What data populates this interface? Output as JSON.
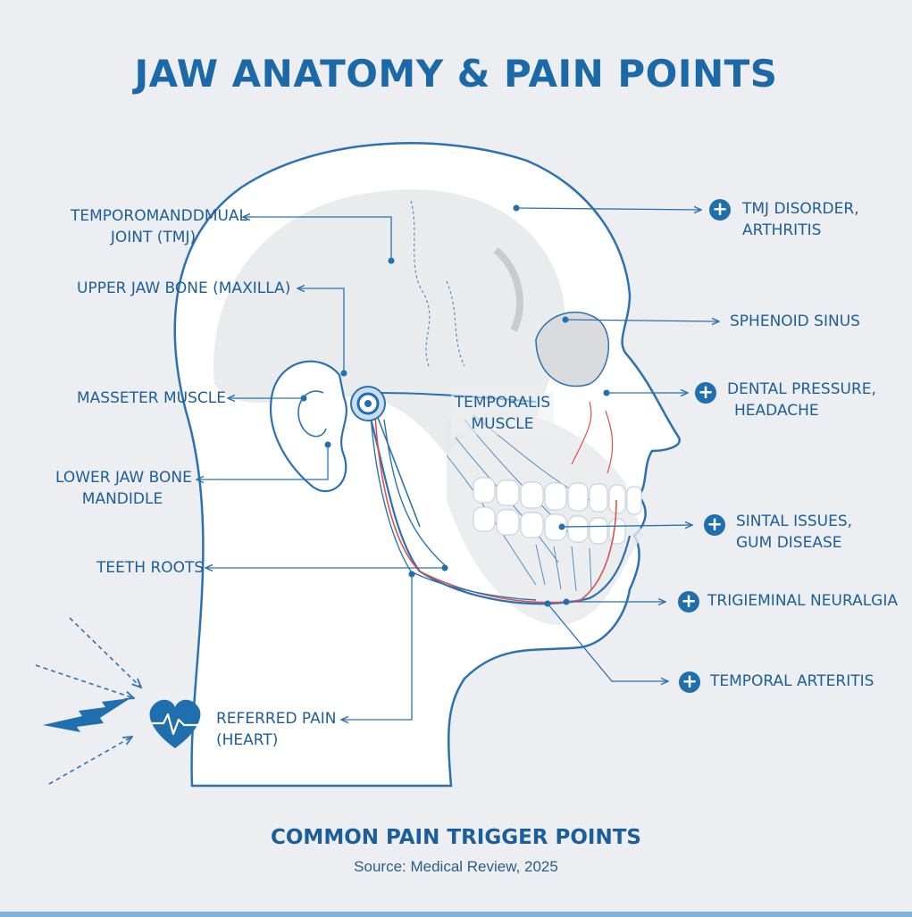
{
  "title": "JAW ANATOMY & PAIN POINTS",
  "left_labels": [
    {
      "id": "tmj",
      "lines": [
        "TEMPOROMANDDMUAL",
        "JOINT (TMJ)"
      ]
    },
    {
      "id": "maxilla",
      "lines": [
        "UPPER JAW BONE (MAXILLA)"
      ]
    },
    {
      "id": "masseter",
      "lines": [
        "MASSETER MUSCLE"
      ]
    },
    {
      "id": "mandible",
      "lines": [
        "LOWER JAW BONE",
        "MANDIDLE"
      ]
    },
    {
      "id": "roots",
      "lines": [
        "TEETH ROOTS"
      ]
    },
    {
      "id": "referred",
      "lines": [
        "REFERRED PAIN",
        "(HEART)"
      ]
    }
  ],
  "center_label": {
    "lines": [
      "TEMPORALIS",
      "MUSCLE"
    ]
  },
  "right_labels": [
    {
      "id": "tmj-disorder",
      "lines": [
        "TMJ DISORDER,",
        "ARTHRITIS"
      ],
      "pain": true
    },
    {
      "id": "sphenoid",
      "lines": [
        "SPHENOID SINUS"
      ],
      "pain": false
    },
    {
      "id": "dental",
      "lines": [
        "DENTAL PRESSURE,",
        "HEADACHE"
      ],
      "pain": true
    },
    {
      "id": "sintal",
      "lines": [
        "SINTAL ISSUES,",
        "GUM DISEASE"
      ],
      "pain": true
    },
    {
      "id": "trigeminal",
      "lines": [
        "TRIGIEMINAL NEURALGIA"
      ],
      "pain": true
    },
    {
      "id": "arteritis",
      "lines": [
        "TEMPORAL ARTERITIS"
      ],
      "pain": true
    }
  ],
  "plus_symbol": "+",
  "footer": {
    "title": "COMMON PAIN TRIGGER POINTS",
    "source": "Source: Medical Review, 2025"
  },
  "colors": {
    "accent": "#1f6fae",
    "line": "#2d72b0",
    "nerve": "#d9534f",
    "background": "#eceef1"
  },
  "icons": [
    "heart-pulse-icon",
    "lightning-bolt-icon",
    "plus-circle-icon",
    "tmj-target-icon"
  ]
}
